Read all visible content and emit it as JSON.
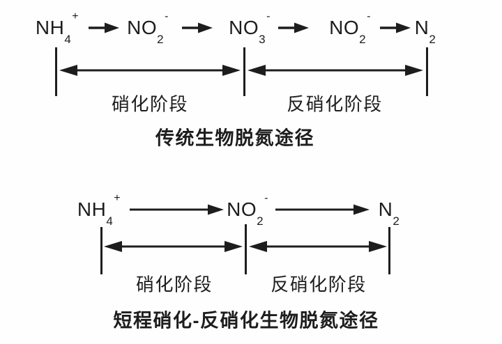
{
  "colors": {
    "ink": "#1d1d1d",
    "background": "#fefefe"
  },
  "icons": {
    "reaction_arrow": "right-pointing solid triangle arrow",
    "span_arrow": "double-headed dimension arrow",
    "boundary_tick": "vertical boundary line"
  },
  "diagrams": [
    {
      "id": "traditional",
      "title": "传统生物脱氮途径",
      "species": [
        {
          "main": "NH",
          "sub": "4",
          "sup": "+"
        },
        {
          "main": "NO",
          "sub": "2",
          "sup": "-"
        },
        {
          "main": "NO",
          "sub": "3",
          "sup": "-"
        },
        {
          "main": "NO",
          "sub": "2",
          "sup": "-"
        },
        {
          "main": "N",
          "sub": "2",
          "sup": ""
        }
      ],
      "stages": [
        {
          "label": "硝化阶段"
        },
        {
          "label": "反硝化阶段"
        }
      ]
    },
    {
      "id": "shortcut",
      "title": "短程硝化-反硝化生物脱氮途径",
      "species": [
        {
          "main": "NH",
          "sub": "4",
          "sup": "+"
        },
        {
          "main": "NO",
          "sub": "2",
          "sup": "-"
        },
        {
          "main": "N",
          "sub": "2",
          "sup": ""
        }
      ],
      "stages": [
        {
          "label": "硝化阶段"
        },
        {
          "label": "反硝化阶段"
        }
      ]
    }
  ]
}
